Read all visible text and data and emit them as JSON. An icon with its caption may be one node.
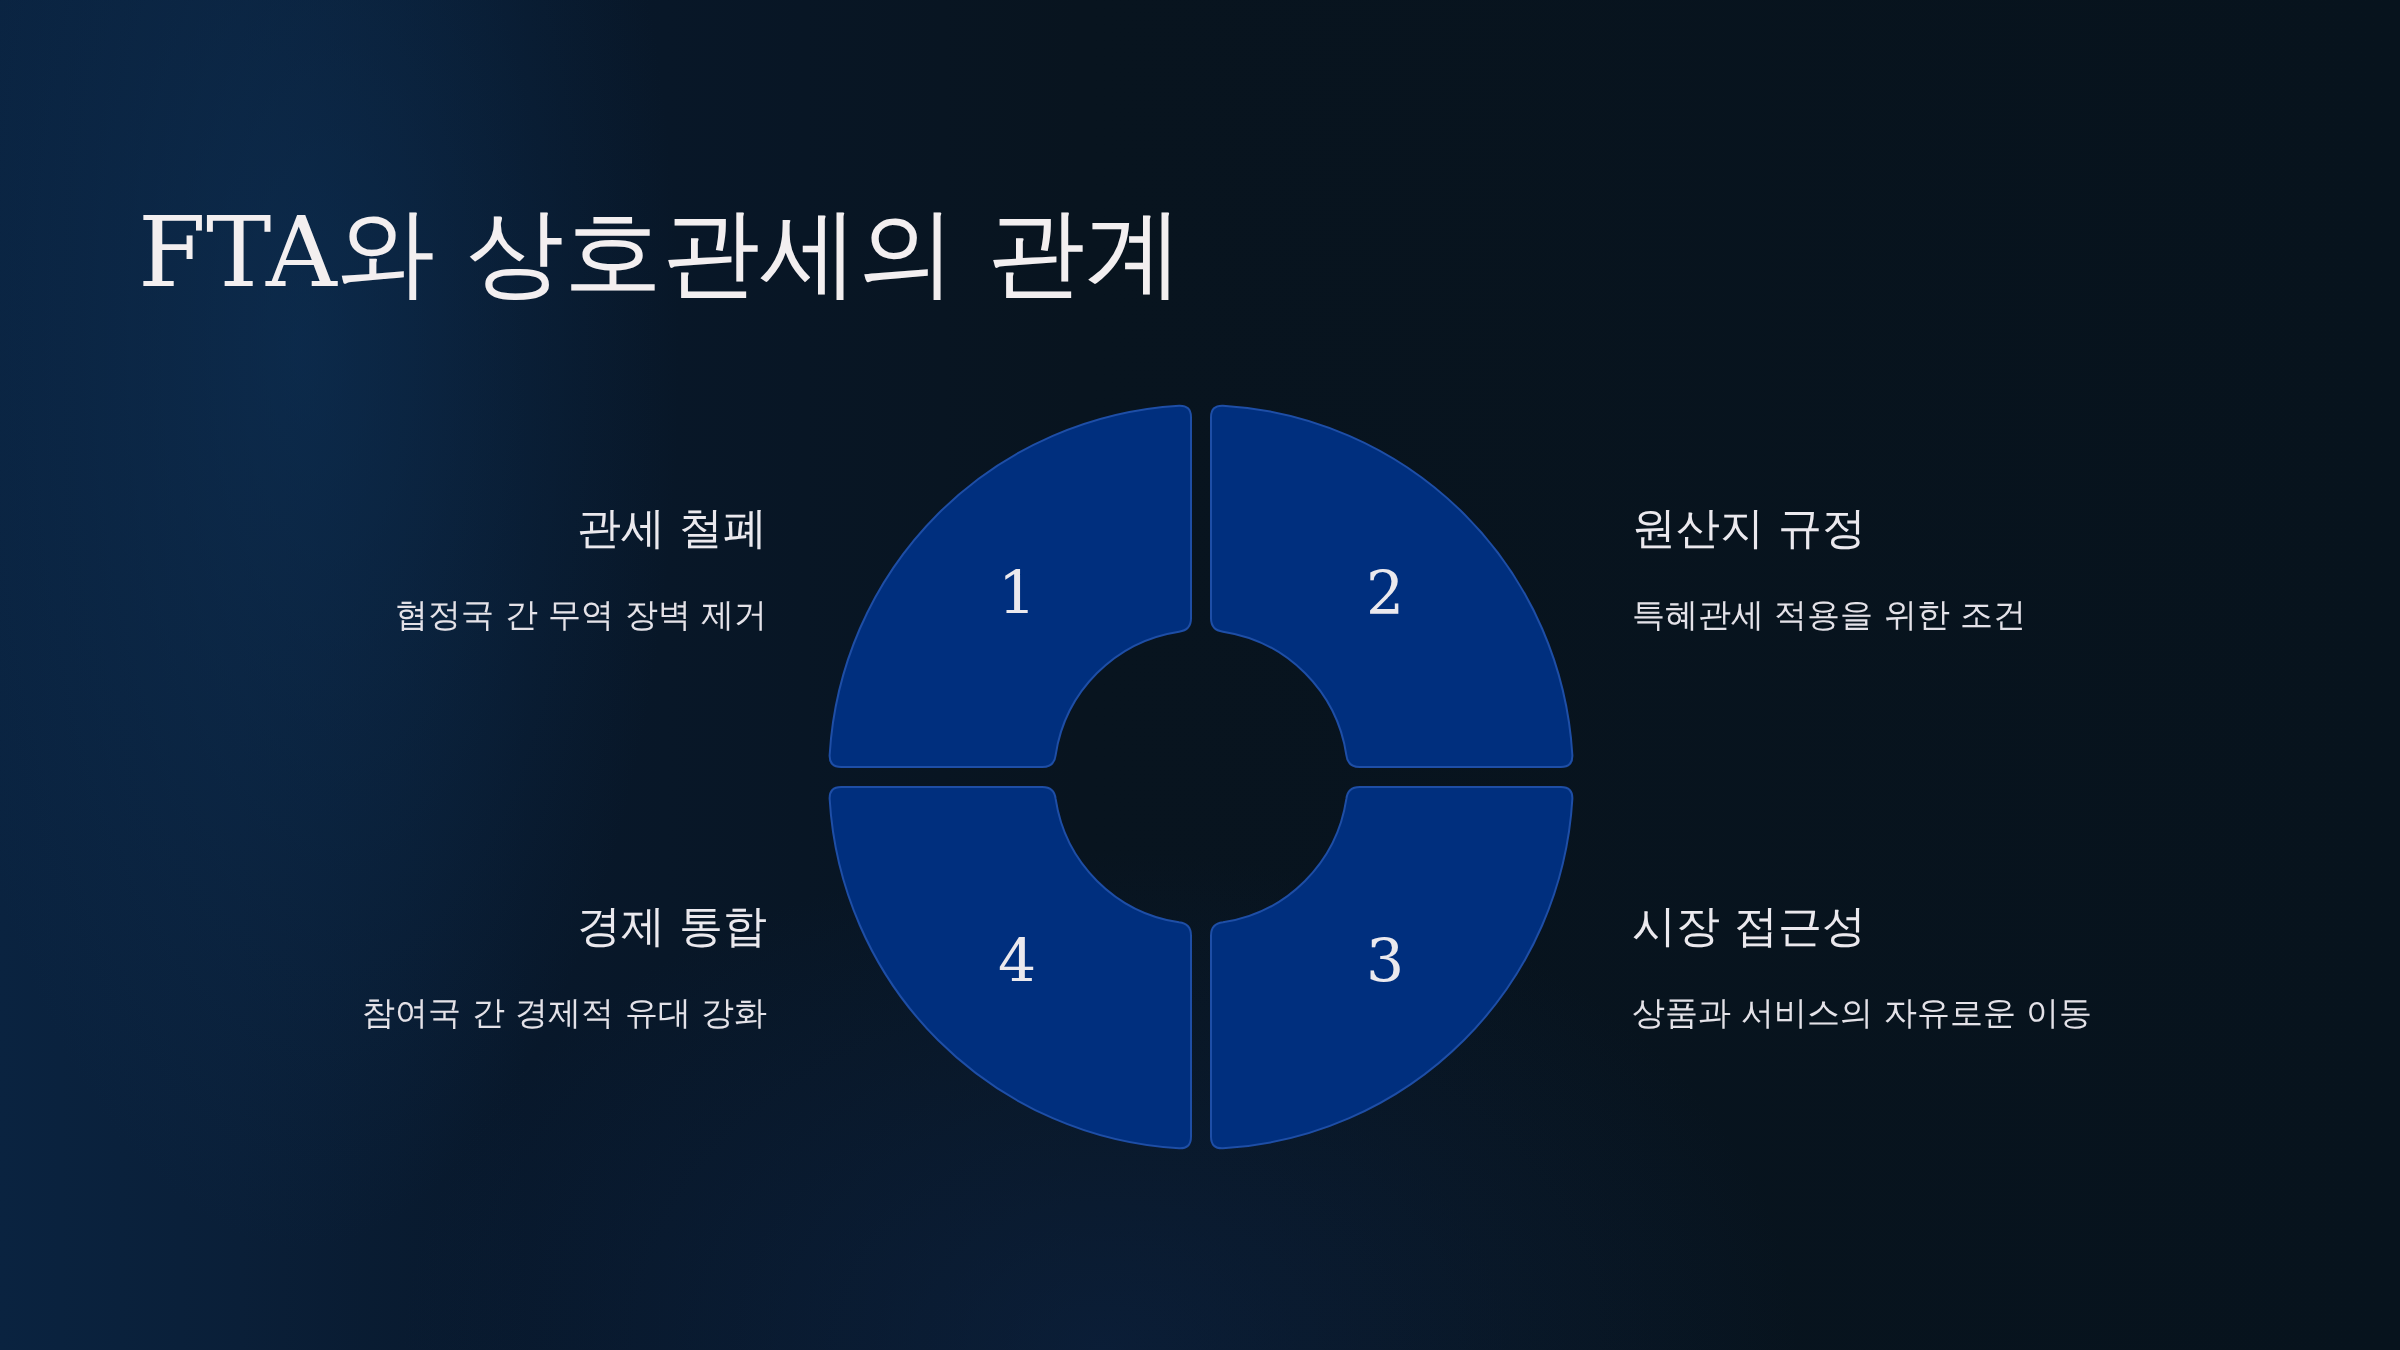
{
  "diagram": {
    "title": "FTA와 상호관세의 관계",
    "nodes": [
      {
        "text": [
          "1"
        ],
        "beside": [
          "관세 철폐",
          "협정국 간 무역 장벽 제거"
        ]
      },
      {
        "text": [
          "2"
        ],
        "beside": [
          "원산지 규정",
          "특혜관세 적용을 위한 조건"
        ]
      },
      {
        "text": [
          "3"
        ],
        "beside": [
          "시장 접근성",
          "상품과 서비스의 자유로운 이동"
        ]
      },
      {
        "text": [
          "4"
        ],
        "beside": [
          "경제 통합",
          "참여국 간 경제적 유대 강화"
        ]
      }
    ]
  }
}
